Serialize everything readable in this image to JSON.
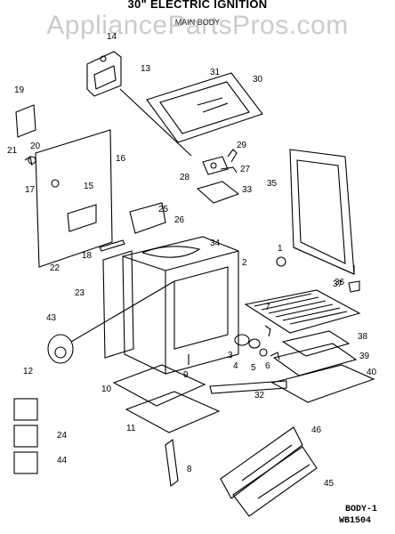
{
  "header": {
    "title": "30\" ELECTRIC IGNITION",
    "subtitle": "MAIN BODY",
    "watermark": "AppliancePartsPros.com"
  },
  "footer": {
    "code_line1": "BODY-1",
    "code_line2": "WB1504"
  },
  "callouts": [
    "1",
    "2",
    "3",
    "4",
    "5",
    "6",
    "7",
    "8",
    "9",
    "10",
    "11",
    "12",
    "13",
    "14",
    "15",
    "16",
    "17",
    "18",
    "19",
    "20",
    "21",
    "22",
    "23",
    "24",
    "25",
    "26",
    "27",
    "28",
    "29",
    "30",
    "31",
    "32",
    "33",
    "34",
    "35",
    "36",
    "37",
    "38",
    "39",
    "40",
    "43",
    "44",
    "45",
    "46"
  ],
  "colors": {
    "ink": "#000000",
    "watermark": "#a0a0a0",
    "background": "#ffffff"
  }
}
